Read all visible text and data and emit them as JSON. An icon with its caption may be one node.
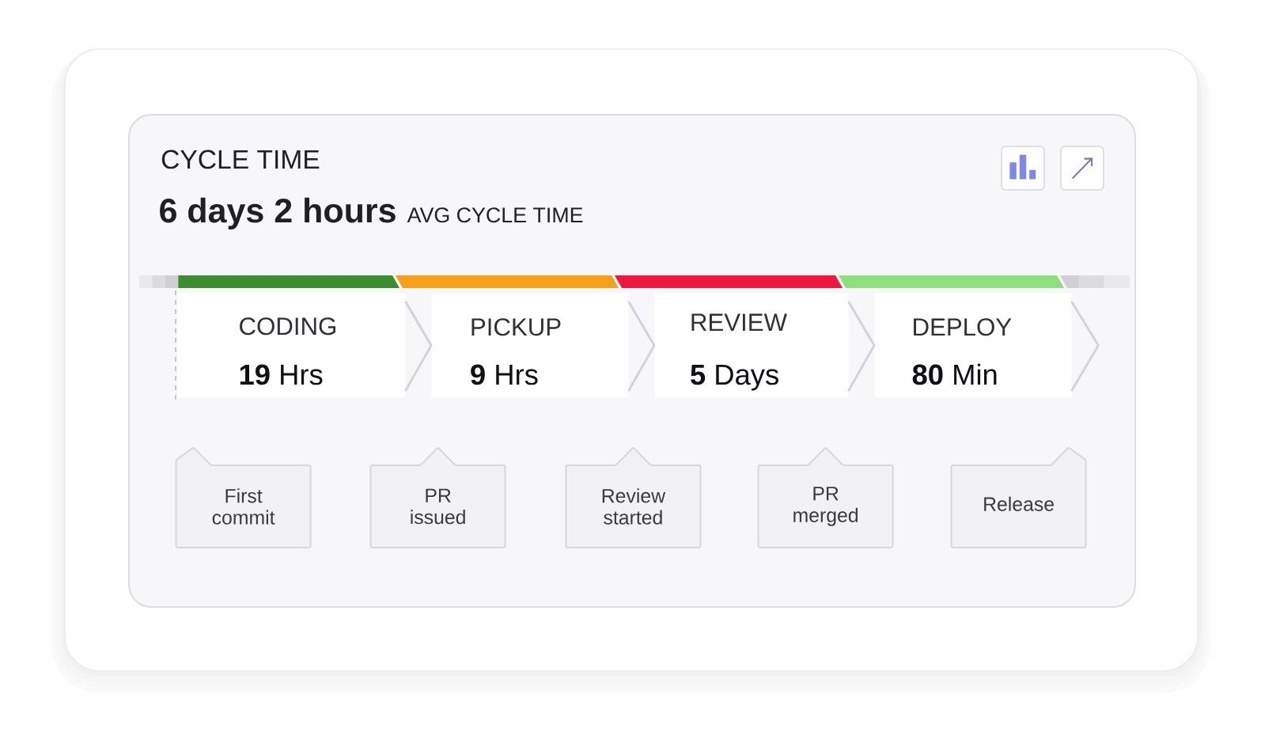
{
  "diagram": {
    "nodes": [
      {
        "text": [
          "CYCLE TIME",
          "6 days 2 hours",
          "AVG CYCLE TIME"
        ]
      },
      {
        "text": [
          "CODING",
          "**19** Hrs"
        ],
        "in": 0
      },
      {
        "text": [
          "PICKUP",
          "**9** Hrs"
        ],
        "in": 0
      },
      {
        "text": [
          "REVIEW",
          "**5** Days"
        ],
        "in": 0
      },
      {
        "text": [
          "DEPLOY",
          "**80** Min"
        ],
        "in": 0
      },
      {
        "text": [
          "First commit"
        ],
        "in": 0
      },
      {
        "text": [
          "PR issued"
        ],
        "in": 0
      },
      {
        "text": [
          "Review started"
        ],
        "in": 0
      },
      {
        "text": [
          "PR merged"
        ],
        "in": 0
      },
      {
        "text": [
          "Release"
        ],
        "in": 0
      }
    ],
    "edges": [
      {
        "from": 1,
        "to": 2,
        "arrow": "none"
      },
      {
        "from": 2,
        "to": 3,
        "arrow": "none"
      },
      {
        "from": 3,
        "to": 4,
        "arrow": "none"
      },
      {
        "from": 4,
        "to": null,
        "arrow": "none"
      }
    ]
  }
}
